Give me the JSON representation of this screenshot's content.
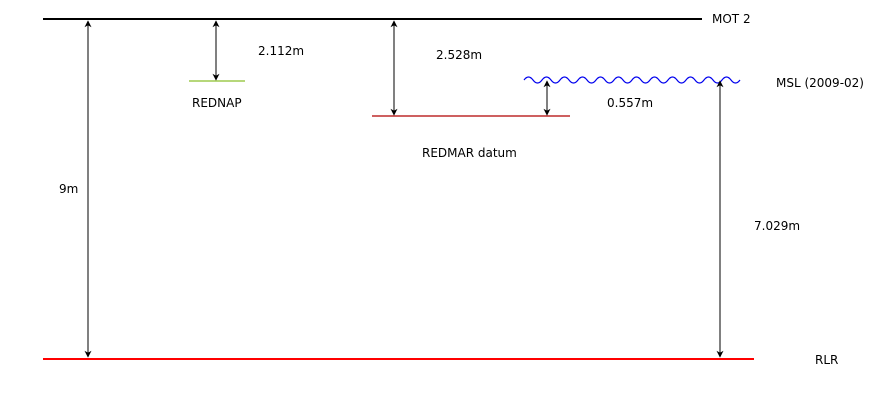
{
  "levels": {
    "mot2": {
      "label": "MOT 2",
      "color": "#000000"
    },
    "rednap": {
      "label": "REDNAP",
      "color": "#8bbf2a"
    },
    "redmar": {
      "label": "REDMAR datum",
      "color": "#b00000"
    },
    "msl": {
      "label": "MSL (2009-02)",
      "color": "#0000ee"
    },
    "rlr": {
      "label": "RLR",
      "color": "#ff0000"
    }
  },
  "measurements": {
    "mot2_to_rlr": {
      "label": "9m",
      "value_m": 9
    },
    "mot2_to_rednap": {
      "label": "2.112m",
      "value_m": 2.112
    },
    "mot2_to_redmar": {
      "label": "2.528m",
      "value_m": 2.528
    },
    "redmar_to_msl": {
      "label": "0.557m",
      "value_m": 0.557
    },
    "rlr_to_msl": {
      "label": "7.029m",
      "value_m": 7.029
    }
  }
}
